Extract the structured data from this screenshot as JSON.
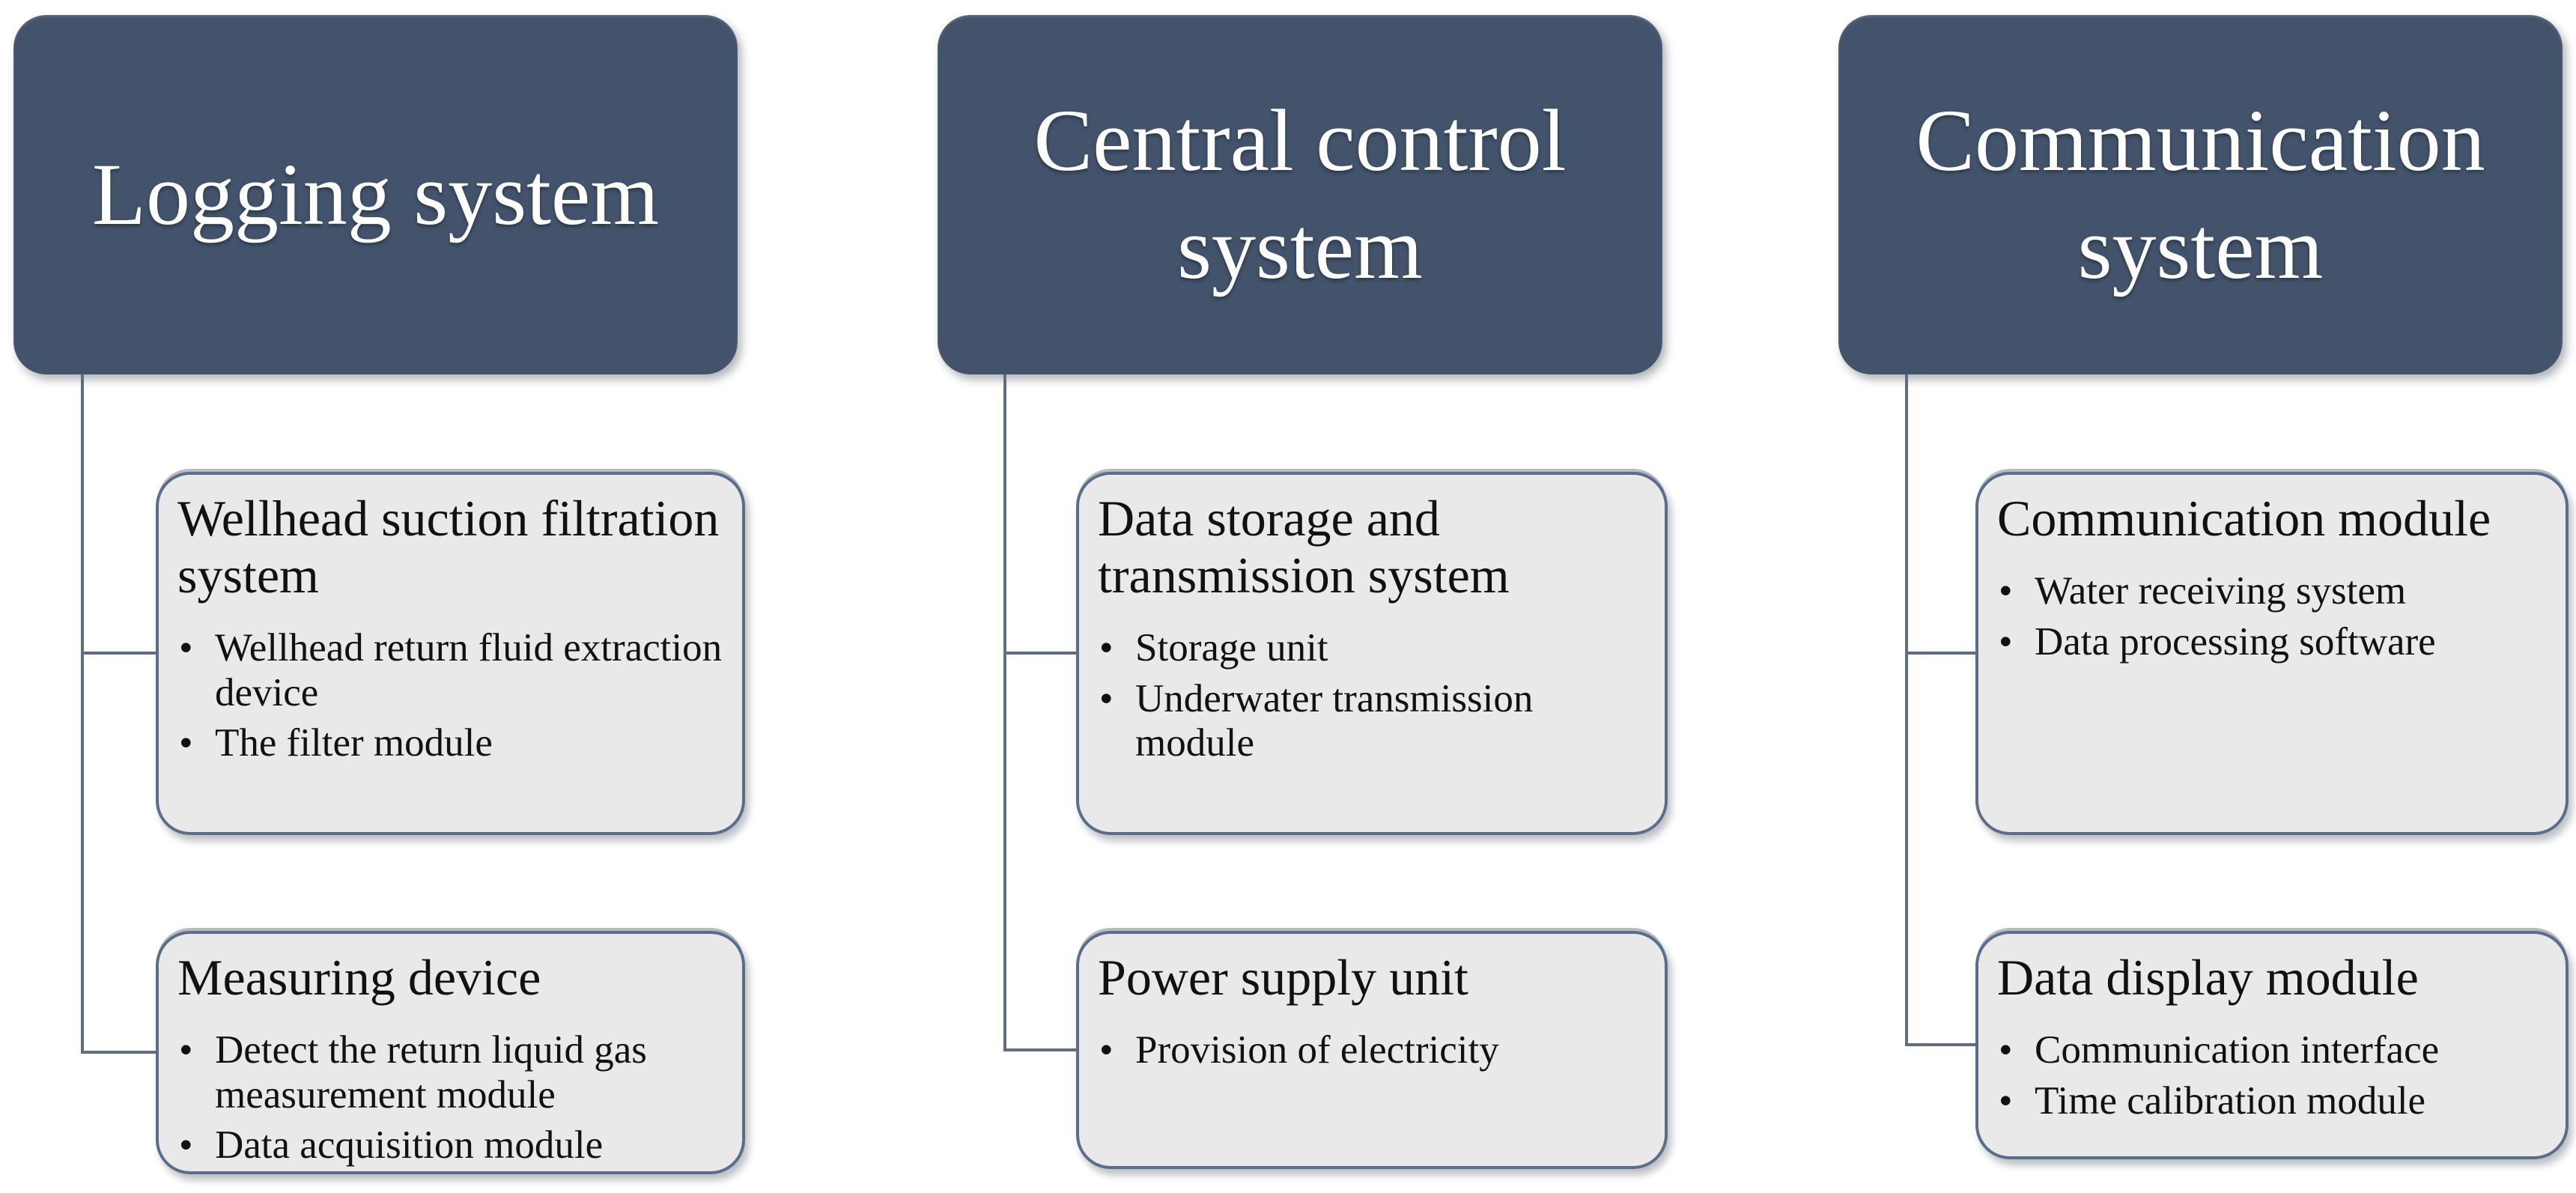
{
  "meta": {
    "bullet_char": "•"
  },
  "colors": {
    "header_fill": "#42536B",
    "header_text": "#FFFFFF",
    "box_fill": "#E9E9E9",
    "box_border": "#5A6E8C",
    "connector": "#5F6D80",
    "body_text": "#111111",
    "background": "#FFFFFF"
  },
  "columns": [
    {
      "id": "logging-system",
      "header": "Logging system",
      "boxes": [
        {
          "title": "Wellhead suction filtration system",
          "bullets": [
            "Wellhead return fluid extraction device",
            "The filter module"
          ]
        },
        {
          "title": "Measuring device",
          "bullets": [
            "Detect the return liquid gas measurement module",
            "Data acquisition module"
          ]
        }
      ]
    },
    {
      "id": "central-control-system",
      "header": "Central control system",
      "boxes": [
        {
          "title": "Data storage and transmission system",
          "bullets": [
            "Storage unit",
            "Underwater transmission module"
          ]
        },
        {
          "title": "Power supply unit",
          "bullets": [
            "Provision of electricity"
          ]
        }
      ]
    },
    {
      "id": "communication-system",
      "header": "Communication system",
      "boxes": [
        {
          "title": "Communication module",
          "bullets": [
            "Water receiving system",
            "Data processing software"
          ]
        },
        {
          "title": "Data display module",
          "bullets": [
            "Communication interface",
            "Time calibration module"
          ]
        }
      ]
    }
  ]
}
